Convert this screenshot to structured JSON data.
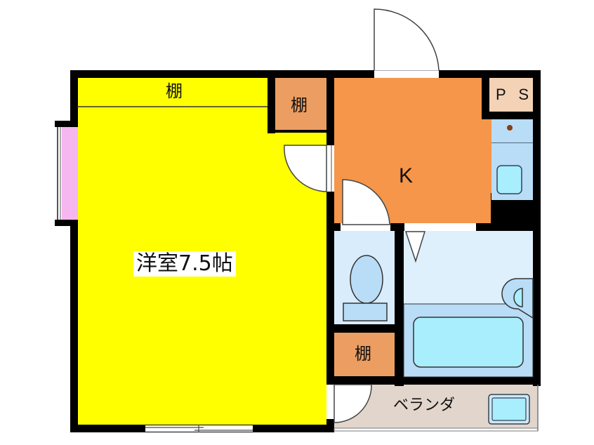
{
  "floor_plan": {
    "rooms": {
      "western_room": {
        "label": "洋室7.5帖",
        "color": "#ffff00"
      },
      "kitchen": {
        "label": "K",
        "color": "#f5964a"
      },
      "pipe_space": {
        "label": "P S",
        "color": "#f3d2b6"
      },
      "veranda": {
        "label": "ベランダ",
        "color": "#e2d6cc"
      },
      "toilet": {
        "color": "#d8ecfb"
      },
      "bathroom": {
        "color": "#ddf0fc"
      }
    },
    "storage": {
      "top_shelf": {
        "label": "棚",
        "color": "#ffff00"
      },
      "kitchen_shelf": {
        "label": "棚",
        "color": "#ec9e62"
      },
      "lower_shelf": {
        "label": "棚",
        "color": "#ec9e62"
      }
    },
    "colors": {
      "wall": "#000000",
      "window": "#f6b6f0",
      "fixture_blue": "#b9dcf7",
      "water_blue": "#a8eefc",
      "stove_dot": "#8a3d10"
    }
  }
}
